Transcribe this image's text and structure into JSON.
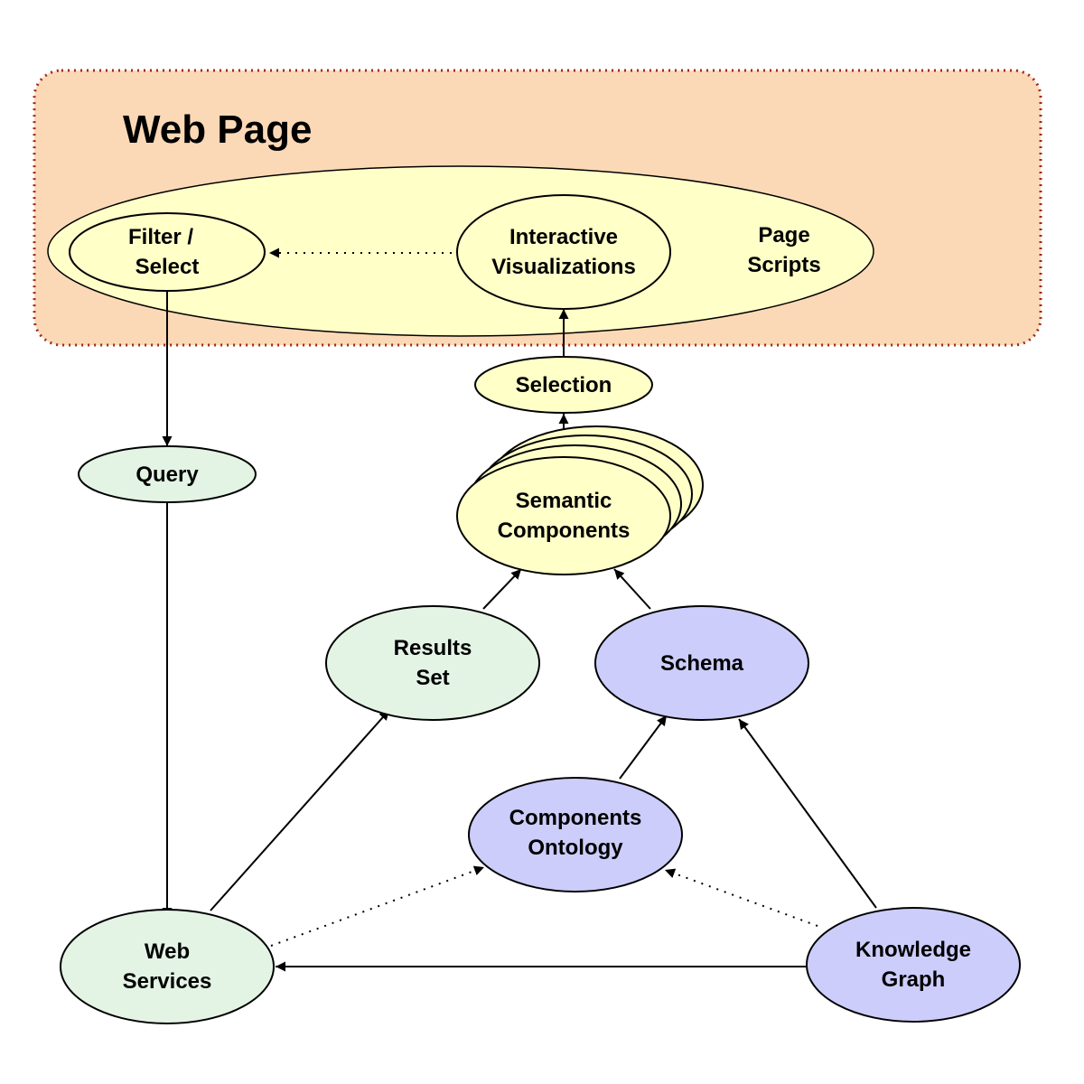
{
  "colors": {
    "page_fill": "#fcd9b6",
    "page_border": "#a0281e",
    "yellow": "#ffffc8",
    "green": "#e3f4e5",
    "purple": "#cccdfb",
    "stroke": "#000000"
  },
  "title": "Web Page",
  "nodes": {
    "filter_select": [
      "Filter /",
      "Select"
    ],
    "interactive_visualizations": [
      "Interactive",
      "Visualizations"
    ],
    "page_scripts": [
      "Page",
      "Scripts"
    ],
    "selection": [
      "Selection"
    ],
    "query": [
      "Query"
    ],
    "semantic_components": [
      "Semantic",
      "Components"
    ],
    "results_set": [
      "Results",
      "Set"
    ],
    "schema": [
      "Schema"
    ],
    "components_ontology": [
      "Components",
      "Ontology"
    ],
    "web_services": [
      "Web",
      "Services"
    ],
    "knowledge_graph": [
      "Knowledge",
      "Graph"
    ]
  }
}
